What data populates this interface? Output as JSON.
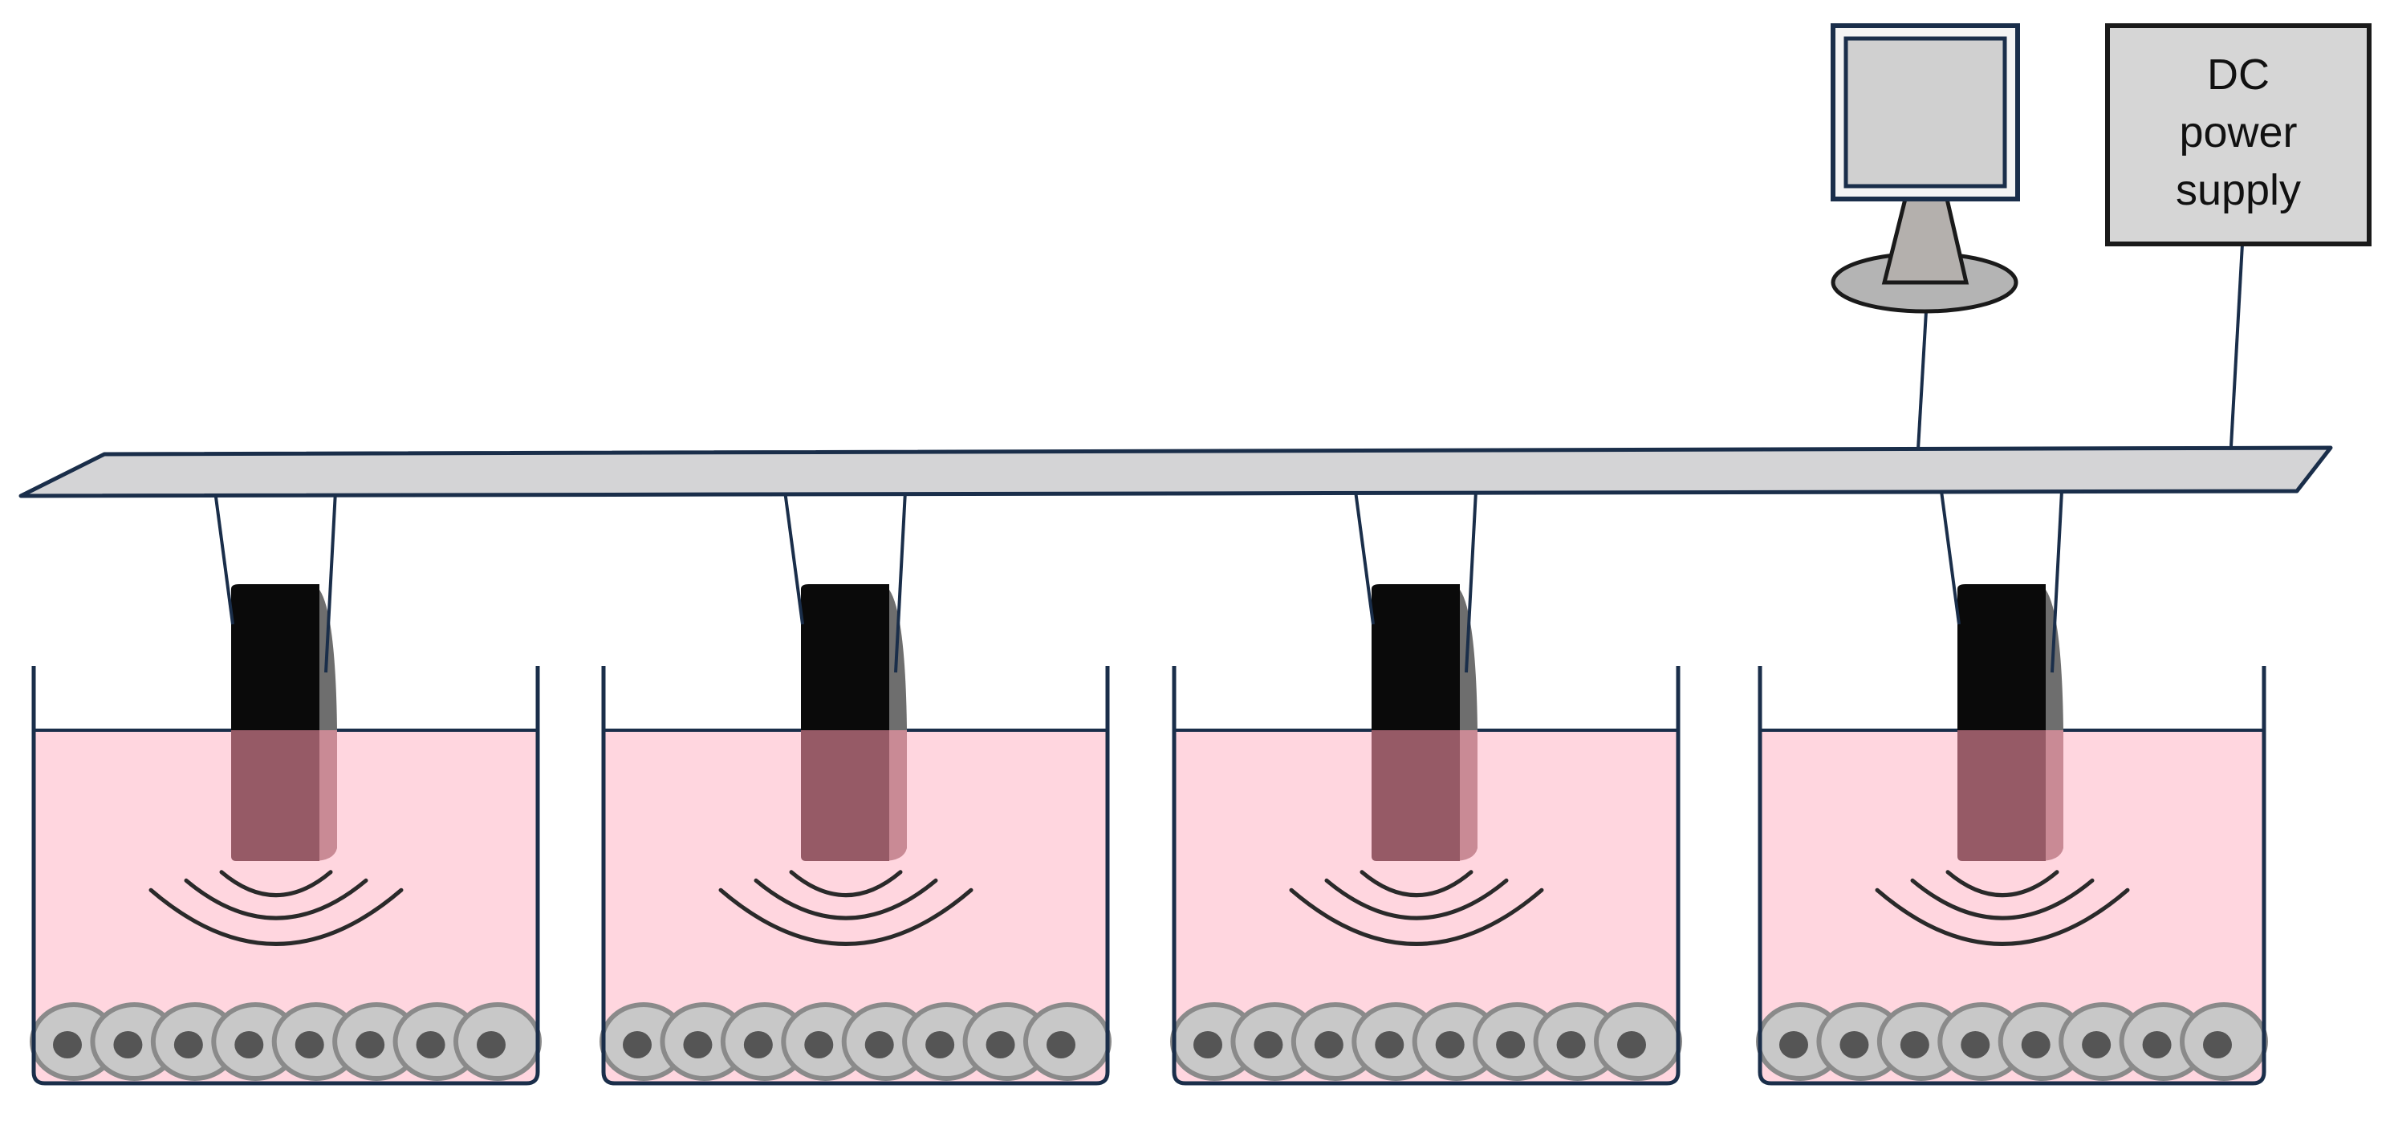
{
  "power_supply": {
    "label_lines": [
      "DC",
      "power",
      "supply"
    ]
  },
  "colors": {
    "outline": "#1a2e4a",
    "bar_fill": "#d4d4d6",
    "medium_fill": "#ffd6df",
    "transducer": "#0a0a0a",
    "transducer_side": "#6e6e6e",
    "transducer_submerged": "#965a66",
    "transducer_side_submerged": "#c98a95",
    "cell_fill": "#c8c8c8",
    "cell_border": "#8a8a8a",
    "nucleus": "#555555",
    "monitor_screen": "#d0d0d0",
    "box_fill": "#d6d6d6"
  },
  "icons": [
    "monitor-icon",
    "dc-power-supply",
    "ultrasound-transducer-icon",
    "sound-wave-icon",
    "cell-icon"
  ],
  "wells": [
    {
      "id": 1,
      "cells": 8
    },
    {
      "id": 2,
      "cells": 8
    },
    {
      "id": 3,
      "cells": 8
    },
    {
      "id": 4,
      "cells": 8
    }
  ]
}
